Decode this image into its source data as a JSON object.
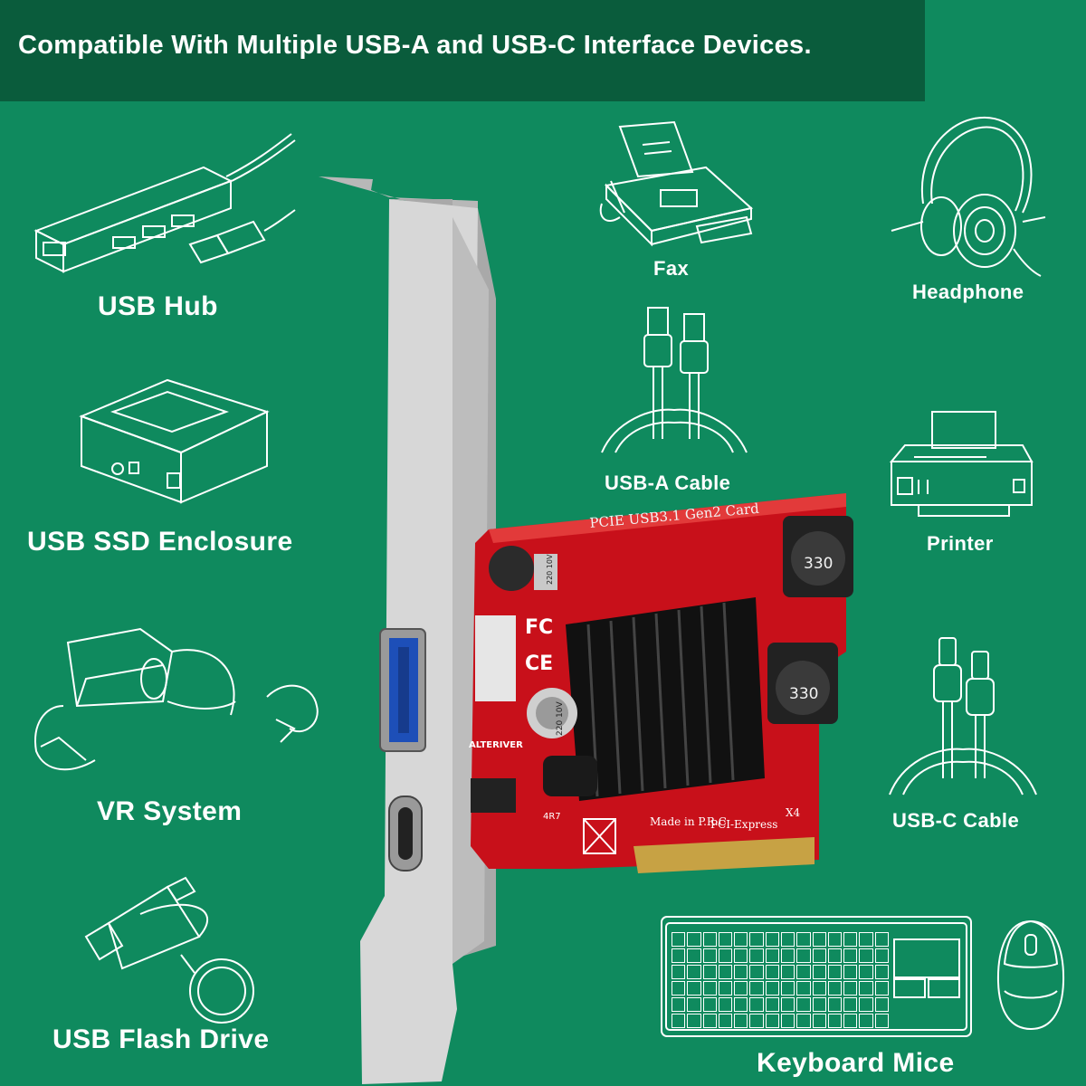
{
  "banner": {
    "title": "Compatible With Multiple USB-A and USB-C Interface Devices."
  },
  "devices": {
    "usb_hub": "USB Hub",
    "fax": "Fax",
    "headphone": "Headphone",
    "usb_a_cable": "USB-A Cable",
    "ssd_enclosure": "USB SSD Enclosure",
    "printer": "Printer",
    "vr_system": "VR System",
    "usb_c_cable": "USB-C Cable",
    "flash_drive": "USB Flash Drive",
    "keyboard_mice": "Keyboard Mice"
  },
  "card": {
    "title": "PCIE USB3.1 Gen2 Card",
    "inductor_1": "330",
    "inductor_2": "330",
    "brand": "ALTERIVER",
    "made_in": "Made in P.R.C",
    "interface": "PCI-Express",
    "lane": "X4",
    "fc_mark": "FC",
    "ce_mark": "CE",
    "cap_1": "220 10V",
    "cap_2": "220 10V",
    "coil": "4R7"
  },
  "colors": {
    "background": "#0f8a5e",
    "banner": "#0a5c3c",
    "pcb": "#c8101a",
    "bracket": "#c9c9c9",
    "heatsink": "#1a1a1a"
  }
}
